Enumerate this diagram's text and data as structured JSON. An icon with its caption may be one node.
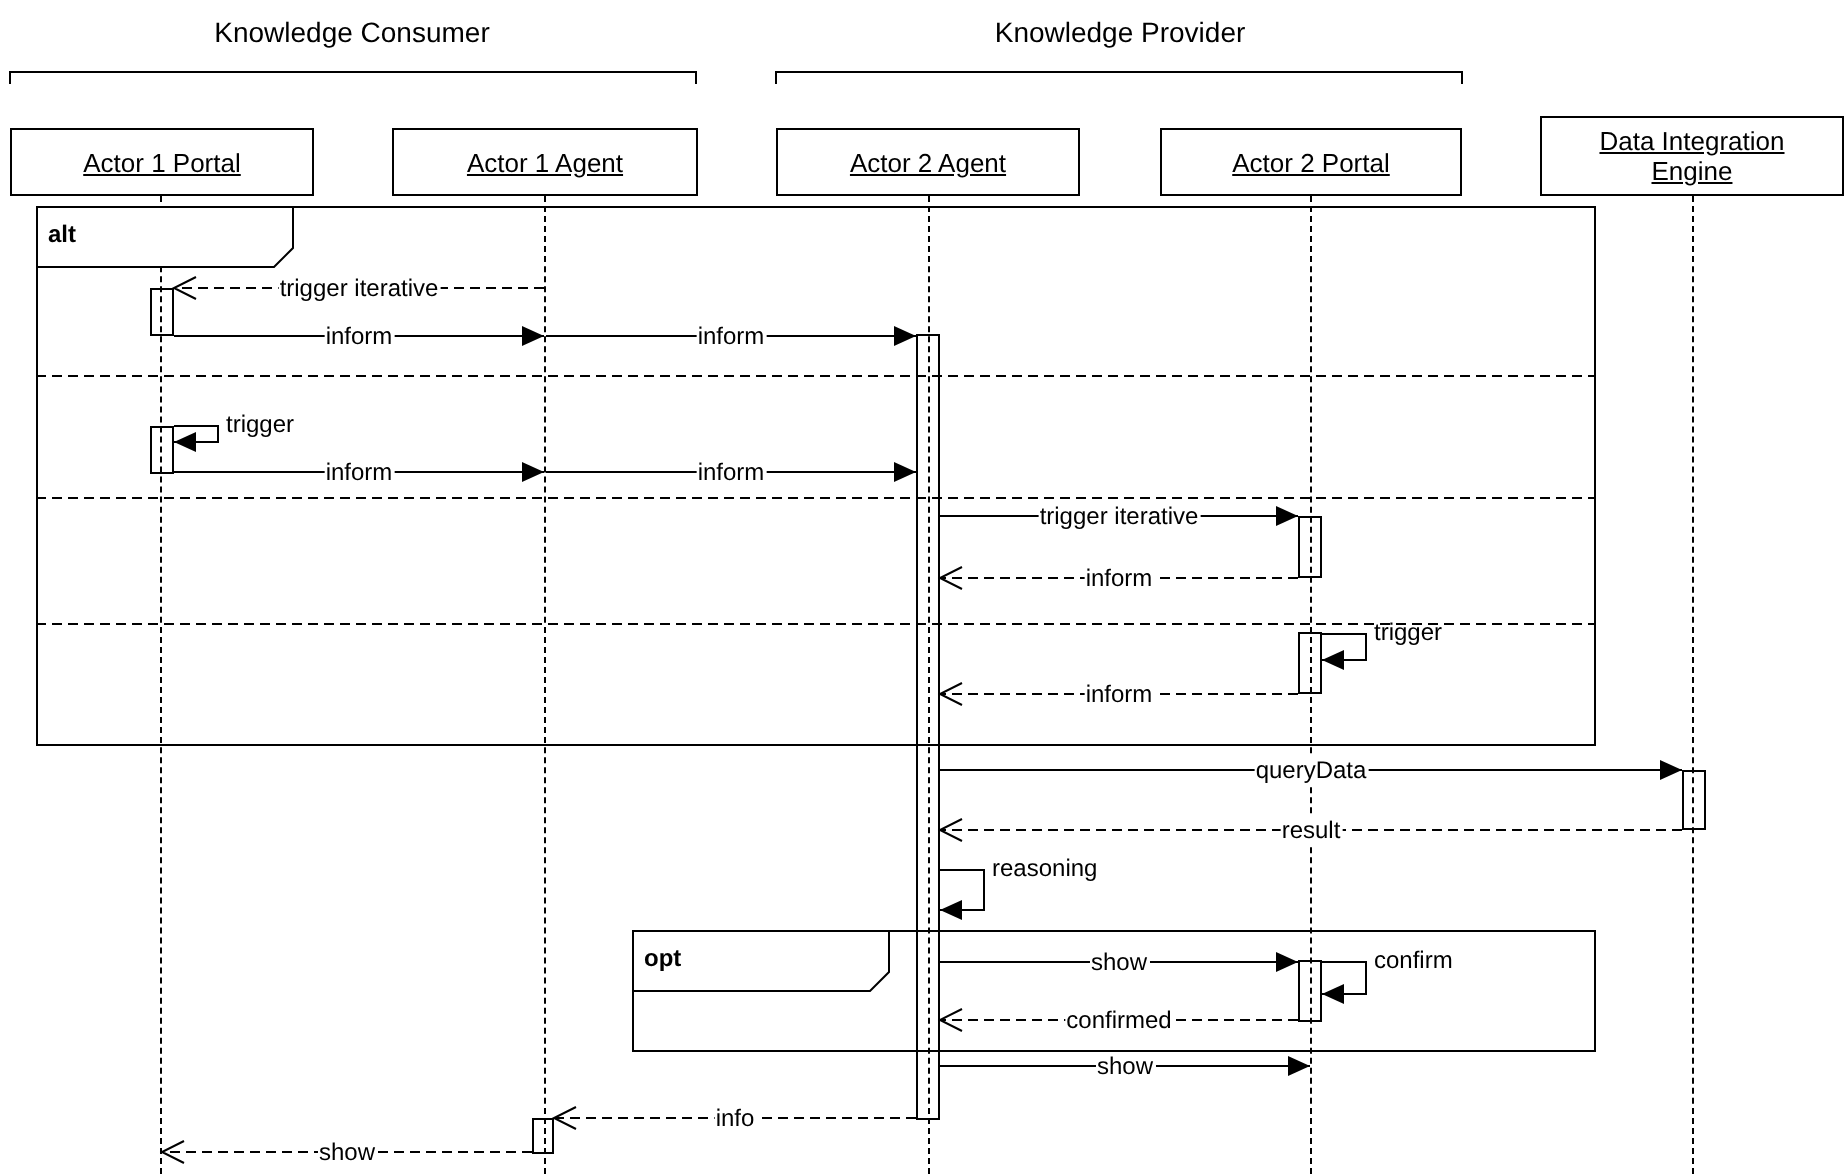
{
  "diagram": {
    "nodes": [
      {
        "text": [
          "Actor 1 Portal"
        ]
      },
      {
        "text": [
          "Actor 1 Agent"
        ]
      },
      {
        "text": [
          "Actor 2 Agent"
        ]
      },
      {
        "text": [
          "Actor 2 Portal"
        ]
      },
      {
        "text": [
          "Data Integration Engine"
        ]
      },
      {
        "text": [],
        "shape": "line"
      },
      {
        "text": [],
        "shape": "line"
      },
      {
        "text": [],
        "shape": "line"
      },
      {
        "text": [],
        "shape": "line"
      },
      {
        "text": [],
        "shape": "line"
      },
      {
        "text": [
          "alt"
        ]
      },
      {
        "text": [],
        "shape": "box",
        "in": 10
      },
      {
        "text": [],
        "shape": "box",
        "in": 10
      },
      {
        "text": [],
        "shape": "box"
      },
      {
        "text": [],
        "shape": "box",
        "in": 10
      },
      {
        "text": [],
        "shape": "box",
        "in": 10
      },
      {
        "text": [],
        "shape": "box"
      },
      {
        "text": [
          "opt"
        ]
      },
      {
        "text": [],
        "shape": "box",
        "in": 17
      },
      {
        "text": [],
        "shape": "box"
      }
    ],
    "edges": [
      {
        "from": 6,
        "to": 11,
        "arrow": "to",
        "label": "trigger iterative",
        "style": "dashed"
      },
      {
        "from": 11,
        "to": 6,
        "arrow": "to",
        "label": "inform"
      },
      {
        "from": 6,
        "to": 13,
        "arrow": "to",
        "label": "inform"
      },
      {
        "from": 12,
        "to": 12,
        "arrow": "to",
        "label": "trigger"
      },
      {
        "from": 12,
        "to": 6,
        "arrow": "to",
        "label": "inform"
      },
      {
        "from": 6,
        "to": 13,
        "arrow": "to",
        "label": "inform"
      },
      {
        "from": 13,
        "to": 14,
        "arrow": "to",
        "label": "trigger iterative"
      },
      {
        "from": 14,
        "to": 13,
        "arrow": "to",
        "label": "inform",
        "style": "dashed"
      },
      {
        "from": 15,
        "to": 15,
        "arrow": "to",
        "label": "trigger"
      },
      {
        "from": 15,
        "to": 13,
        "arrow": "to",
        "label": "inform",
        "style": "dashed"
      },
      {
        "from": 13,
        "to": 16,
        "arrow": "to",
        "label": "queryData"
      },
      {
        "from": 16,
        "to": 13,
        "arrow": "to",
        "label": "result",
        "style": "dashed"
      },
      {
        "from": 13,
        "to": 13,
        "arrow": "to",
        "label": "reasoning"
      },
      {
        "from": 13,
        "to": 18,
        "arrow": "to",
        "label": "show"
      },
      {
        "from": 18,
        "to": 18,
        "arrow": "to",
        "label": "confirm"
      },
      {
        "from": 18,
        "to": 13,
        "arrow": "to",
        "label": "confirmed",
        "style": "dashed"
      },
      {
        "from": 13,
        "to": 8,
        "arrow": "to",
        "label": "show"
      },
      {
        "from": 13,
        "to": 19,
        "arrow": "to",
        "label": "info",
        "style": "dashed"
      },
      {
        "from": 19,
        "to": 5,
        "arrow": "to",
        "label": "show",
        "style": "dashed"
      }
    ],
    "labels": [
      "Knowledge Consumer",
      "Knowledge Provider"
    ]
  }
}
